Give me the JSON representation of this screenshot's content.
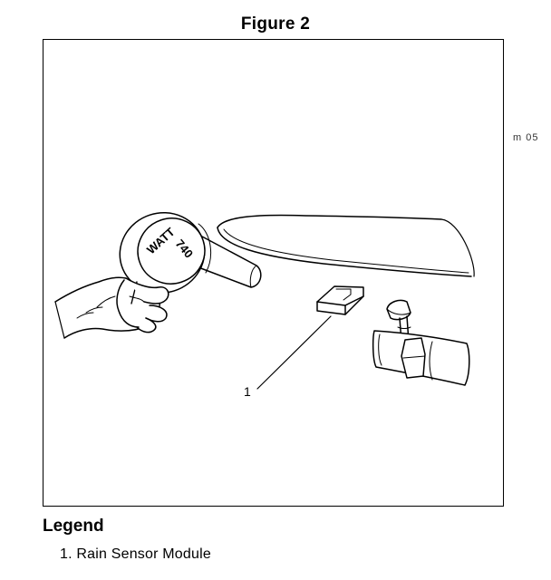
{
  "figure": {
    "title": "Figure 2",
    "side_code": "m 05",
    "callout": "1",
    "dryer_label_power": "740",
    "dryer_label_unit": "WATT"
  },
  "legend": {
    "title": "Legend",
    "items": [
      {
        "text": "1. Rain Sensor Module"
      }
    ]
  }
}
